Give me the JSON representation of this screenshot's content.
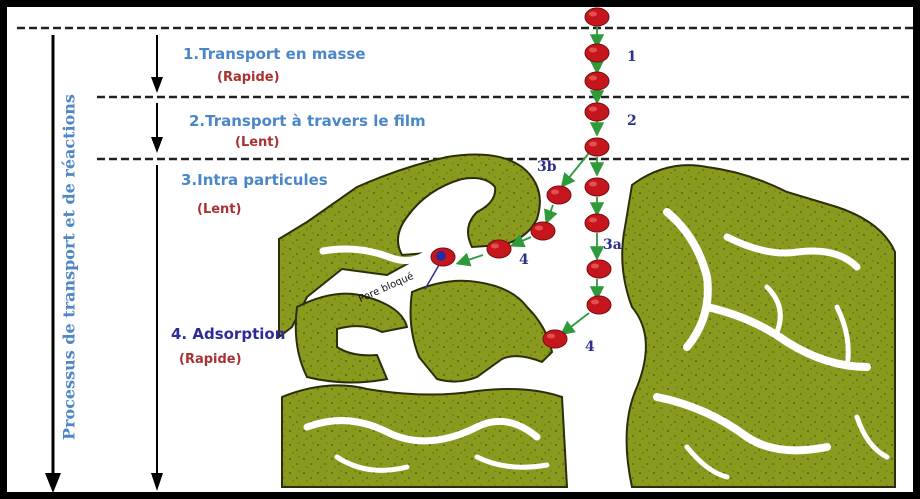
{
  "side_title": "Processus de transport et de réactions",
  "steps": [
    {
      "title": "1.Transport en masse",
      "speed": "(Rapide)"
    },
    {
      "title": "2.Transport à travers le film",
      "speed": "(Lent)"
    },
    {
      "title": "3.Intra particules",
      "speed": "(Lent)"
    },
    {
      "title": "4. Adsorption",
      "speed": "(Rapide)"
    }
  ],
  "path_labels": {
    "one": "1",
    "two": "2",
    "three_a": "3a",
    "three_b": "3b",
    "four_right": "4",
    "four_left": "4"
  },
  "pore_label": "Pore bloqué",
  "colors": {
    "particle": "#c4161c",
    "particle_highlight": "#e85050",
    "adsorbent": "#8a9a1e",
    "adsorbent_dark": "#3b3f0e",
    "arrow": "#2e9a3a",
    "step_text": "#4a86c8",
    "speed_text": "#a83232",
    "blocked_particle": "#2b2b9a"
  }
}
